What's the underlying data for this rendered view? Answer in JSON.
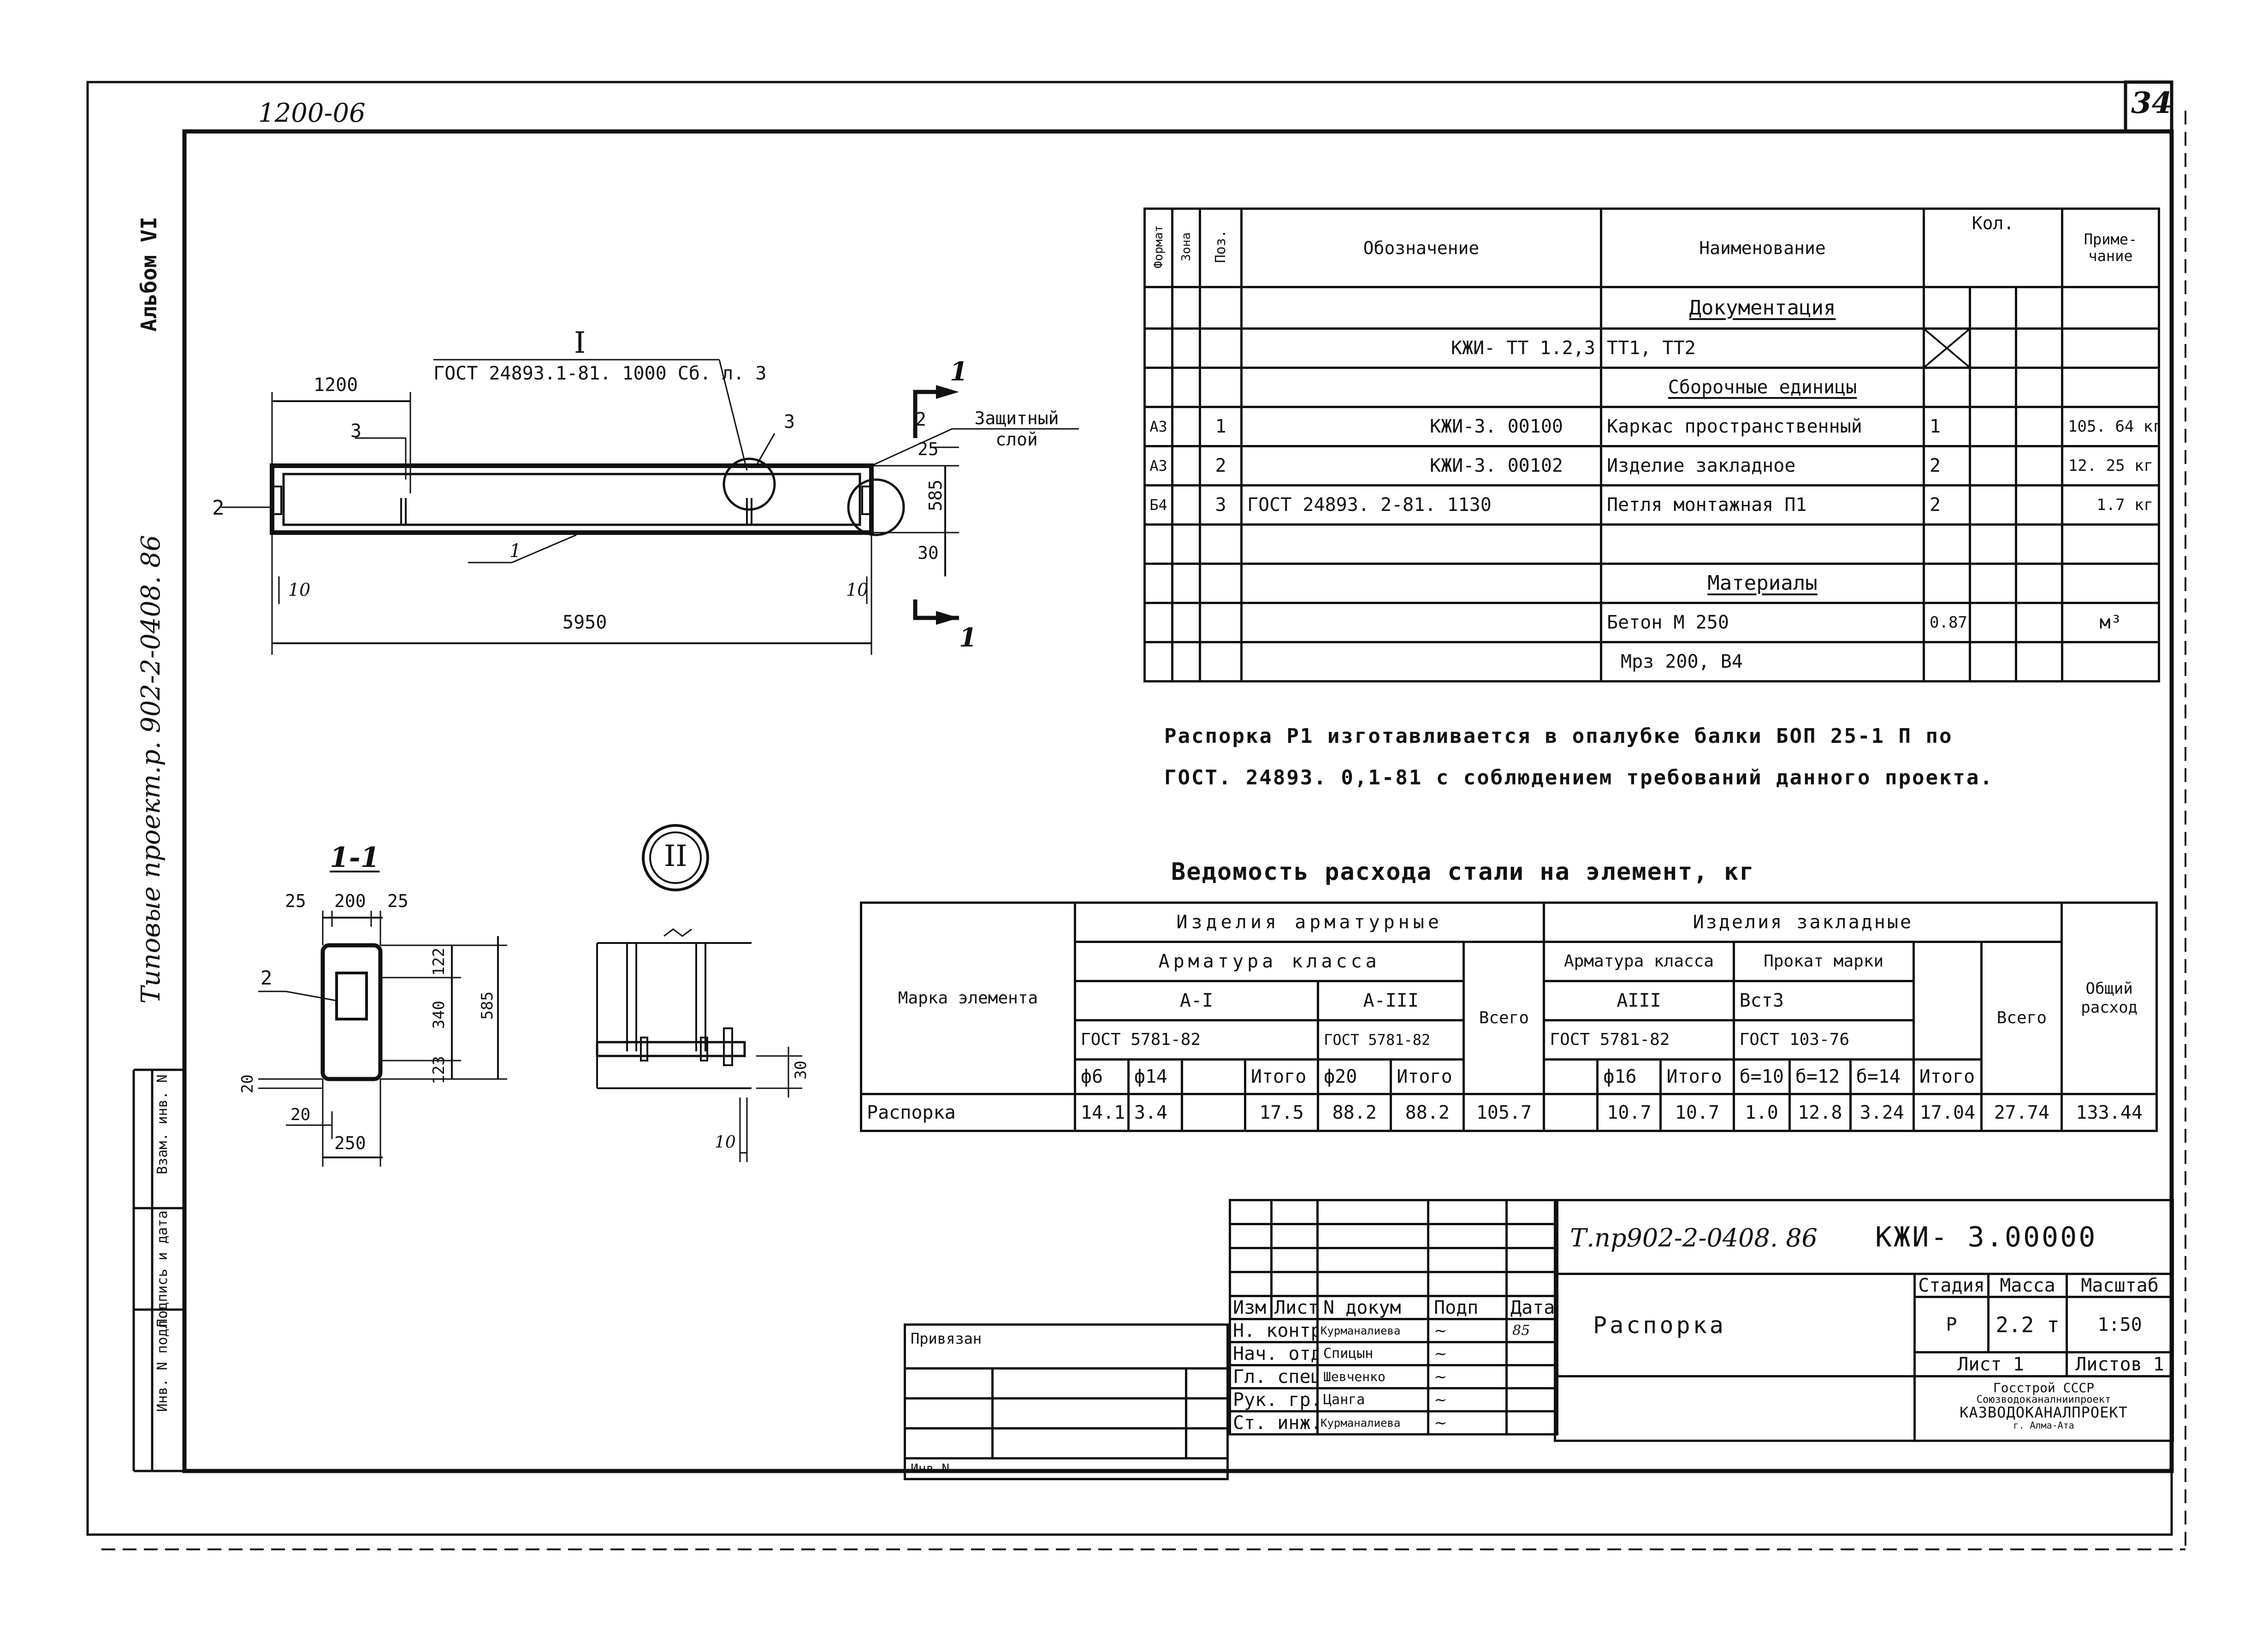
{
  "sheet": {
    "top_code": "1200-06",
    "sheet_no": "34",
    "album_label": "Альбом",
    "album_no": "VI",
    "series_side": "Типовые проект.р. 902-2-0408. 86",
    "side_stamps": [
      "Инв. N подл.",
      "Подпись и дата",
      "Взам. инв. N"
    ]
  },
  "drawing": {
    "node_I_label": "I",
    "node_I_ref": "ГОСТ 24893.1-81. 1000 Сб. л. 3",
    "dim_1200": "1200",
    "dim_5950": "5950",
    "dim_10_left": "10",
    "dim_10_right": "10",
    "dim_25": "25",
    "dim_585": "585",
    "dim_30": "30",
    "protective_layer": "Защитный слой",
    "callout_1": "1",
    "callout_2": "2",
    "callout_2_left": "2",
    "callout_3": "3",
    "callout_3_circle": "3",
    "section_mark": "1",
    "section_mark_bottom": "1",
    "section_title": "1-1",
    "sec_25_l": "25",
    "sec_200": "200",
    "sec_25_r": "25",
    "sec_122": "122",
    "sec_340": "340",
    "sec_585": "585",
    "sec_123": "123",
    "sec_20": "20",
    "sec_20b": "20",
    "sec_250": "250",
    "sec_callout_2": "2",
    "node_II": "II",
    "node_II_30": "30",
    "node_II_10": "10"
  },
  "spec": {
    "headers": {
      "format": "Формат",
      "zone": "Зона",
      "pos": "Поз.",
      "designation": "Обозначение",
      "name": "Наименование",
      "qty": "Кол.",
      "note": "Приме-чание"
    },
    "section_docs": "Документация",
    "doc_row": {
      "designation": "КЖИ- ТТ 1.2,3",
      "name": "ТТ1, ТТ2"
    },
    "section_units": "Сборочные единицы",
    "rows": [
      {
        "format": "А3",
        "pos": "1",
        "designation": "КЖИ-3. 00100",
        "name": "Каркас пространственный",
        "qty": "1",
        "note": "105. 64 кг"
      },
      {
        "format": "А3",
        "pos": "2",
        "designation": "КЖИ-3. 00102",
        "name": "Изделие закладное",
        "qty": "2",
        "note": "12. 25 кг"
      },
      {
        "format": "Б4",
        "pos": "3",
        "designation": "ГОСТ 24893. 2-81. 1130",
        "name": "Петля монтажная П1",
        "qty": "2",
        "note": "1.7 кг"
      }
    ],
    "section_materials": "Материалы",
    "mat_rows": [
      {
        "name": "Бетон М 250",
        "qty": "0.87",
        "note": "м³"
      },
      {
        "name": "Мрз 200, В4",
        "qty": "",
        "note": ""
      }
    ]
  },
  "note_text": {
    "line1": "Распорка Р1 изготавливается в опалубке балки БОП 25-1 П по",
    "line2": "ГОСТ. 24893. 0,1-81 с соблюдением требований данного проекта."
  },
  "steel": {
    "title": "Ведомость расхода стали на элемент, кг",
    "mark_header": "Марка элемента",
    "group_rebar": "Изделия арматурные",
    "group_embed": "Изделия закладные",
    "sub_rebar_class": "Арматура класса",
    "sub_embed_class": "Арматура класса",
    "sub_rolled": "Прокат марки",
    "class_AI": "А-I",
    "class_AIII": "А-III",
    "class_AIII_b": "АIII",
    "grade_vst3": "Вст3",
    "gost_5781": "ГОСТ 5781-82",
    "gost_5781_b": "ГОСТ 5781-82",
    "gost_5781_c": "ГОСТ 5781-82",
    "gost_103": "ГОСТ 103-76",
    "total_header": "Всего",
    "total_header_2": "Всего",
    "grand_header": "Общий расход",
    "cols": {
      "d6": "ф6",
      "d14": "ф14",
      "itogo1": "Итого",
      "d20": "ф20",
      "itogo2": "Итого",
      "d16": "ф16",
      "itogo3": "Итого",
      "b10": "б=10",
      "b12": "б=12",
      "b14": "б=14",
      "itogo4": "Итого"
    },
    "row": {
      "mark": "Распорка",
      "d6": "14.1",
      "d14": "3.4",
      "itogo1": "17.5",
      "d20": "88.2",
      "itogo2": "88.2",
      "total1": "105.7",
      "d16": "10.7",
      "itogo3": "10.7",
      "b10": "1.0",
      "b12": "12.8",
      "b14": "3.24",
      "itogo4": "17.04",
      "total2": "27.74",
      "grand": "133.44"
    }
  },
  "title_block": {
    "code": "Т.пр902-2-0408. 86",
    "doc": "КЖИ- 3.00000",
    "name": "Распорка",
    "stage_h": "Стадия",
    "mass_h": "Масса",
    "scale_h": "Масштаб",
    "stage": "Р",
    "mass": "2.2 т",
    "scale": "1:50",
    "sheet": "Лист 1",
    "sheets": "Листов 1",
    "org1": "Госстрой СССР",
    "org2": "Союзводоканалниипроект",
    "org3": "КАЗВОДОКАНАЛПРОЕКТ",
    "org4": "г. Алма-Ата",
    "col_izm": "Изм",
    "col_list": "Лист",
    "col_ndoc": "N докум",
    "col_podp": "Подп",
    "col_date": "Дата",
    "people": [
      {
        "role": "Н. контр.",
        "name": "Курманалиева",
        "date": "85"
      },
      {
        "role": "Нач. отд.",
        "name": "Спицын",
        "date": ""
      },
      {
        "role": "Гл. спец.",
        "name": "Шевченко",
        "date": ""
      },
      {
        "role": "Рук. гр.",
        "name": "Цанга",
        "date": ""
      },
      {
        "role": "Ст. инж.",
        "name": "Курманалиева",
        "date": ""
      }
    ],
    "privyazan": "Привязан",
    "inv": "Инв N"
  }
}
